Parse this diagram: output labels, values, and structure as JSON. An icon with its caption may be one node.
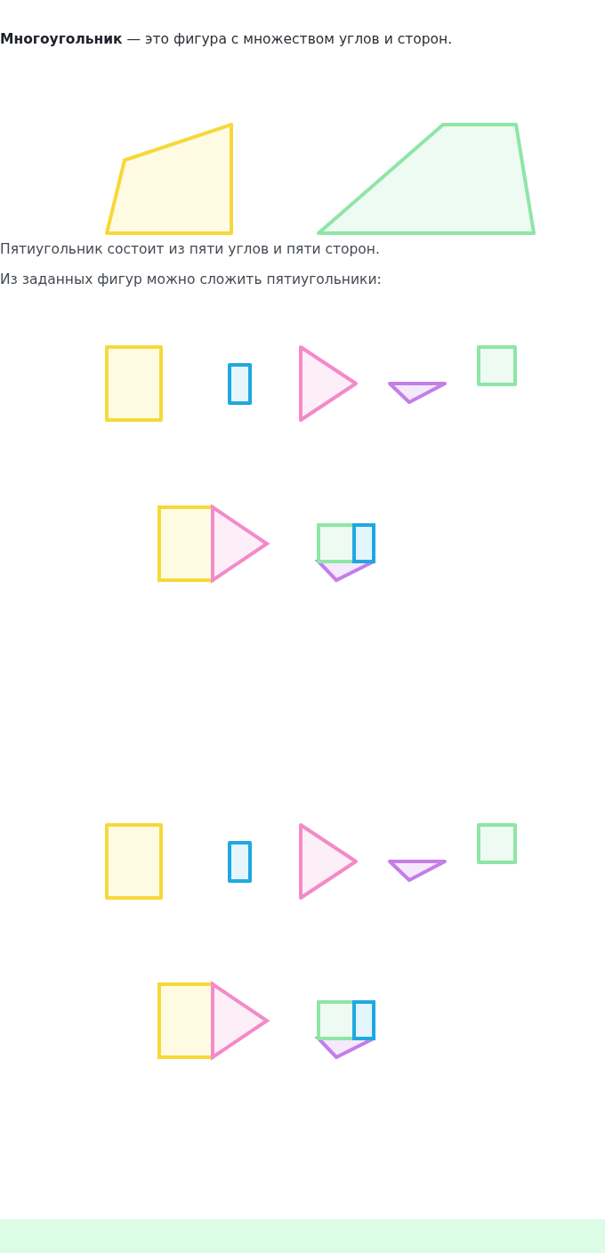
{
  "diagram": {
    "labels": [
      "**Многоугольник** — это фигура с множеством углов и сторон.",
      "Пятиугольник состоит из пяти углов и пяти сторон.",
      "Из заданных фигур можно сложить пятиугольники:"
    ]
  }
}
